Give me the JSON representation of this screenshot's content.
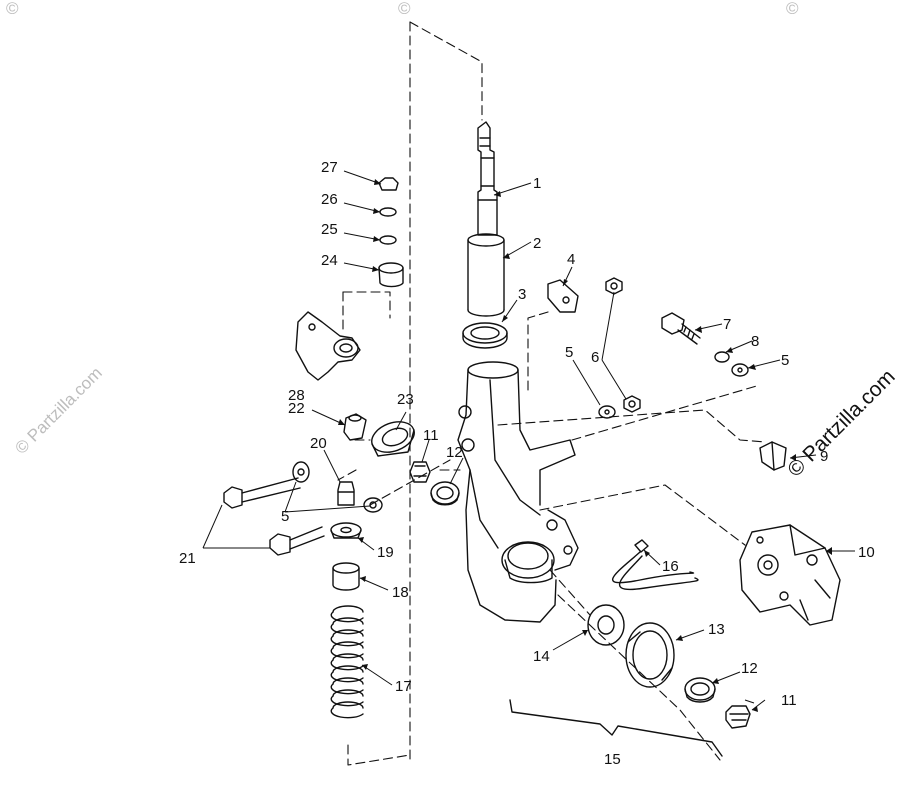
{
  "watermark": {
    "left_text": "© Partzilla.com",
    "right_text": "© Partzilla.com",
    "top_marks": [
      "©",
      "©",
      "©"
    ]
  },
  "callouts": [
    {
      "id": "c1",
      "text": "1"
    },
    {
      "id": "c2",
      "text": "2"
    },
    {
      "id": "c3",
      "text": "3"
    },
    {
      "id": "c4",
      "text": "4"
    },
    {
      "id": "c5a",
      "text": "5"
    },
    {
      "id": "c5b",
      "text": "5"
    },
    {
      "id": "c5c",
      "text": "5"
    },
    {
      "id": "c6",
      "text": "6"
    },
    {
      "id": "c7",
      "text": "7"
    },
    {
      "id": "c8",
      "text": "8"
    },
    {
      "id": "c9",
      "text": "9"
    },
    {
      "id": "c10",
      "text": "10"
    },
    {
      "id": "c11a",
      "text": "11"
    },
    {
      "id": "c11b",
      "text": "11"
    },
    {
      "id": "c12a",
      "text": "12"
    },
    {
      "id": "c12b",
      "text": "12"
    },
    {
      "id": "c13",
      "text": "13"
    },
    {
      "id": "c14",
      "text": "14"
    },
    {
      "id": "c15",
      "text": "15"
    },
    {
      "id": "c16",
      "text": "16"
    },
    {
      "id": "c17",
      "text": "17"
    },
    {
      "id": "c18",
      "text": "18"
    },
    {
      "id": "c19",
      "text": "19"
    },
    {
      "id": "c20",
      "text": "20"
    },
    {
      "id": "c21",
      "text": "21"
    },
    {
      "id": "c22",
      "text": "22"
    },
    {
      "id": "c23",
      "text": "23"
    },
    {
      "id": "c24",
      "text": "24"
    },
    {
      "id": "c25",
      "text": "25"
    },
    {
      "id": "c26",
      "text": "26"
    },
    {
      "id": "c27",
      "text": "27"
    },
    {
      "id": "c28",
      "text": "28"
    }
  ]
}
